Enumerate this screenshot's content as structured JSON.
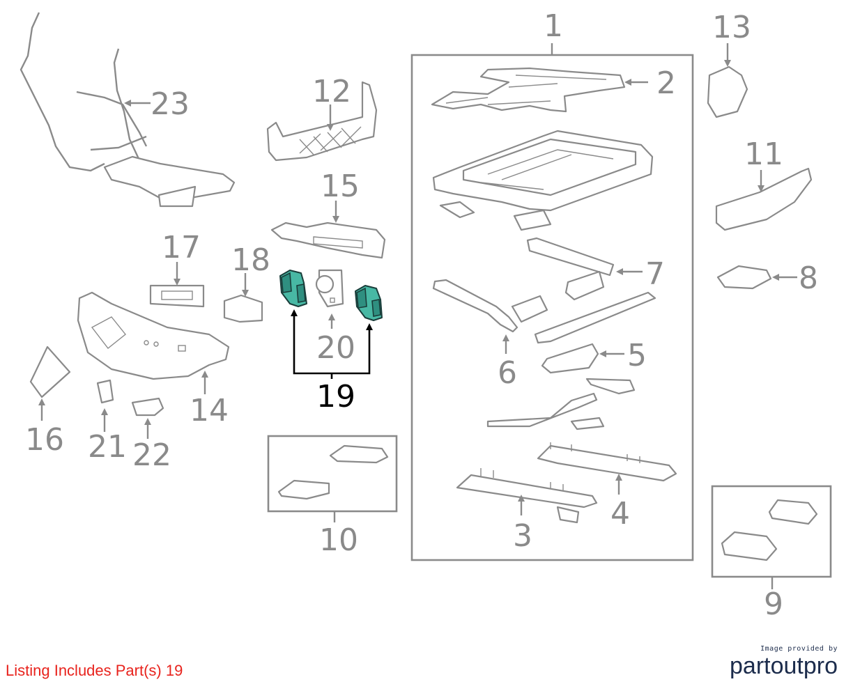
{
  "callouts": {
    "c1": "1",
    "c2": "2",
    "c3": "3",
    "c4": "4",
    "c5": "5",
    "c6": "6",
    "c7": "7",
    "c8": "8",
    "c9": "9",
    "c10": "10",
    "c11": "11",
    "c12": "12",
    "c13": "13",
    "c14": "14",
    "c15": "15",
    "c16": "16",
    "c17": "17",
    "c18": "18",
    "c19": "19",
    "c20": "20",
    "c21": "21",
    "c22": "22",
    "c23": "23"
  },
  "highlighted_part": "19",
  "colors": {
    "highlight_fill": "#48b8a4",
    "line_gray": "#8a8a8a",
    "note_red": "#e8231d",
    "brand_navy": "#1c2c4c"
  },
  "footer": {
    "note": "Listing Includes Part(s) 19",
    "brand_caption": "Image provided by",
    "brand_name": "partoutpro"
  }
}
